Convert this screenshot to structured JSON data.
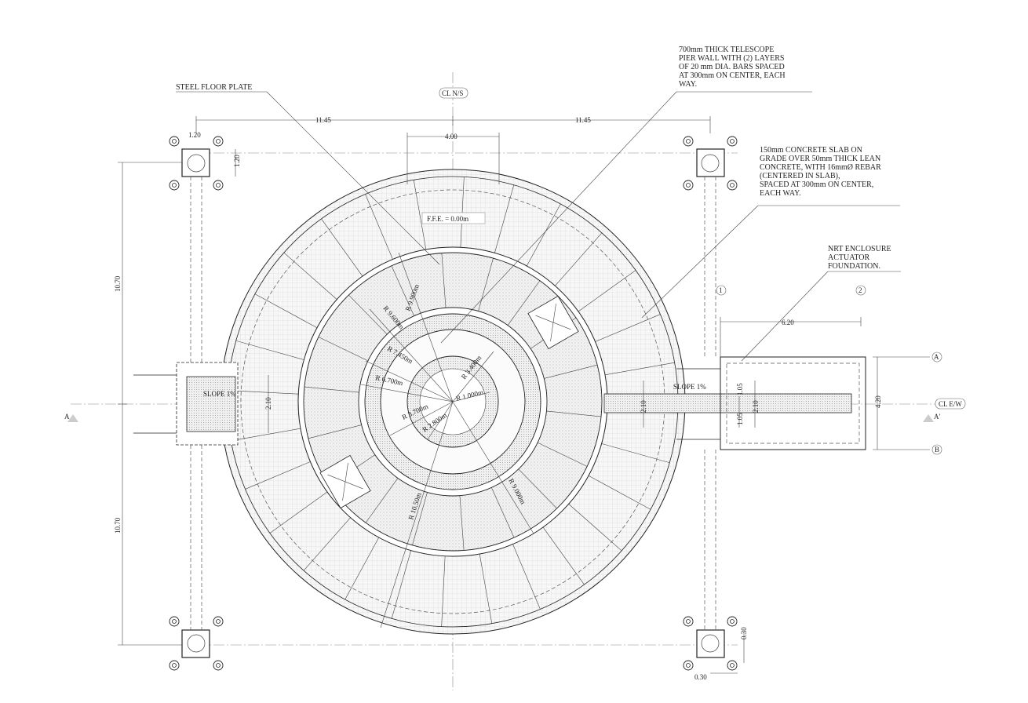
{
  "notes": {
    "steel_floor_plate": "STEEL FLOOR PLATE",
    "pier_wall": [
      "700mm THICK TELESCOPE",
      "PIER WALL WITH (2) LAYERS",
      "OF 20 mm DIA. BARS SPACED",
      "AT 300mm ON CENTER, EACH",
      "WAY."
    ],
    "concrete_slab": [
      "150mm CONCRETE SLAB ON",
      "GRADE OVER 50mm THICK LEAN",
      "CONCRETE, WITH 16mmØ REBAR",
      "(CENTERED IN SLAB),",
      "SPACED AT 300mm ON CENTER,",
      "EACH WAY."
    ],
    "actuator": [
      "NRT ENCLOSURE",
      "ACTUATOR",
      "FOUNDATION."
    ],
    "ffe": "F.F.E. = 0.00m",
    "slope_left": "SLOPE 1%",
    "slope_right": "SLOPE 1%"
  },
  "centerlines": {
    "north_south": "CL N/S",
    "east_west": "CL E/W"
  },
  "grid": {
    "col1": "1",
    "col2": "2",
    "rowA": "A",
    "rowB": "B"
  },
  "section": {
    "left": "A",
    "right": "A'"
  },
  "dimensions": {
    "top_left": "11.45",
    "top_right": "11.45",
    "top_center": "4.00",
    "col_w": "1.20",
    "col_h": "1.20",
    "left_upper": "10.70",
    "left_lower": "10.70",
    "act_len": "6.20",
    "act_w": "4.20",
    "trench_left": "2.10",
    "trench_right": "2.10",
    "trench_right2": "2.10",
    "half_a": "1.05",
    "half_b": "1.05",
    "small_v": "0.30",
    "small_h": "0.30"
  },
  "radii": [
    "R 9.900m",
    "R 9.600m",
    "R 7.450m",
    "R 6.700m",
    "R 3.700m",
    "R 3.400m",
    "R 1.000m",
    "R 2.800m",
    "R 9.000m",
    "R 10.50m"
  ]
}
